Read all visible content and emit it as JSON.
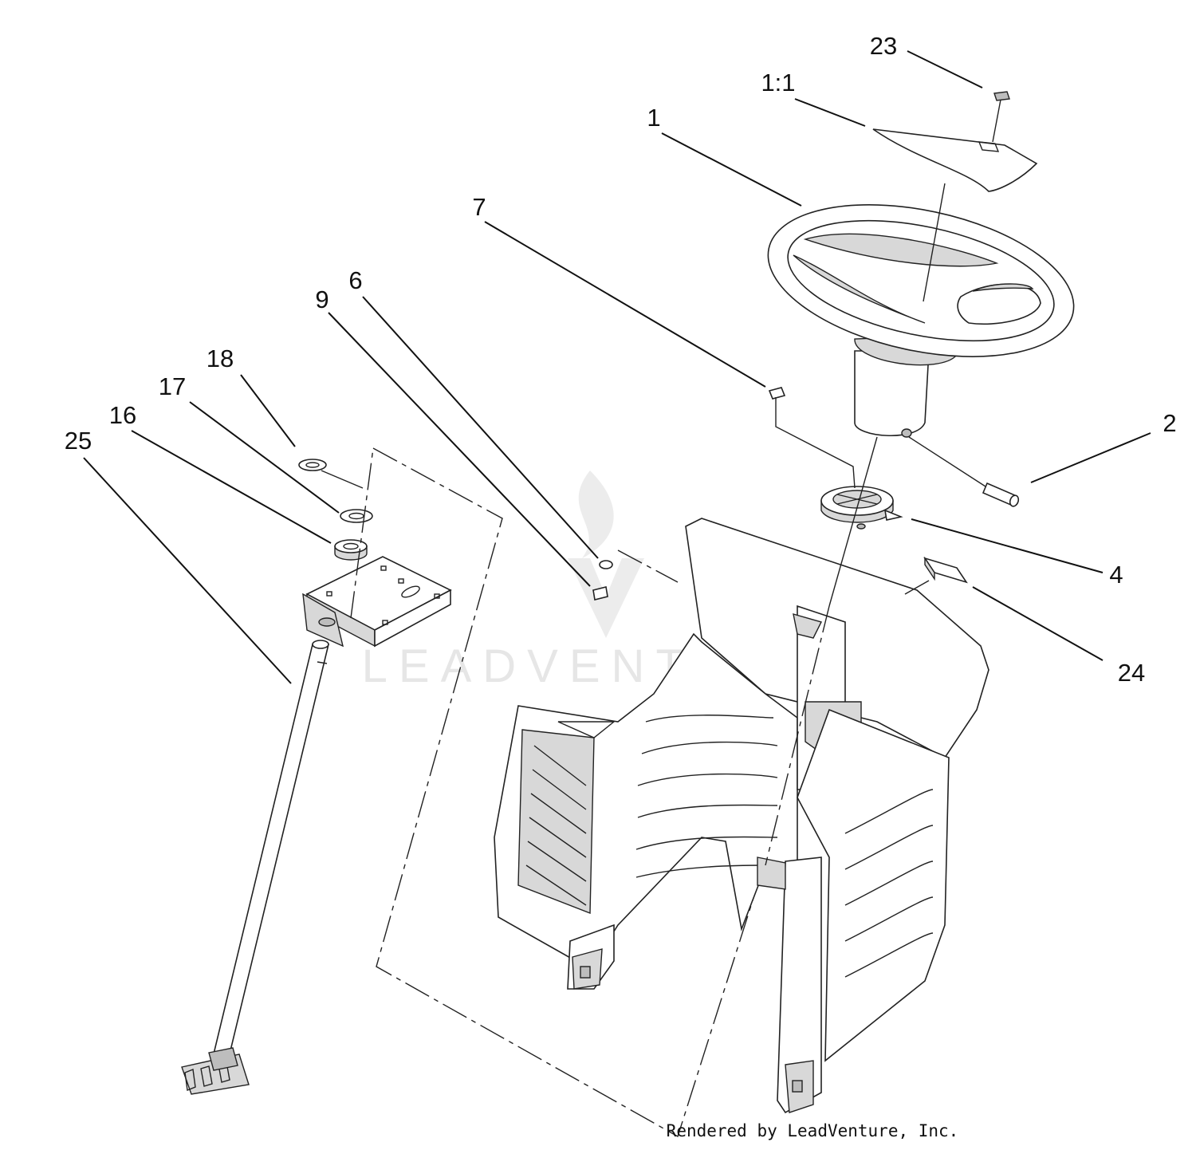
{
  "callouts": [
    {
      "id": "23",
      "text": "23"
    },
    {
      "id": "1-1",
      "text": "1:1"
    },
    {
      "id": "1",
      "text": "1"
    },
    {
      "id": "7",
      "text": "7"
    },
    {
      "id": "6",
      "text": "6"
    },
    {
      "id": "9",
      "text": "9"
    },
    {
      "id": "18",
      "text": "18"
    },
    {
      "id": "17",
      "text": "17"
    },
    {
      "id": "16",
      "text": "16"
    },
    {
      "id": "25",
      "text": "25"
    },
    {
      "id": "2",
      "text": "2"
    },
    {
      "id": "4",
      "text": "4"
    },
    {
      "id": "24",
      "text": "24"
    }
  ],
  "watermark": "LEADVENTURE",
  "credit": "Rendered by LeadVenture, Inc."
}
